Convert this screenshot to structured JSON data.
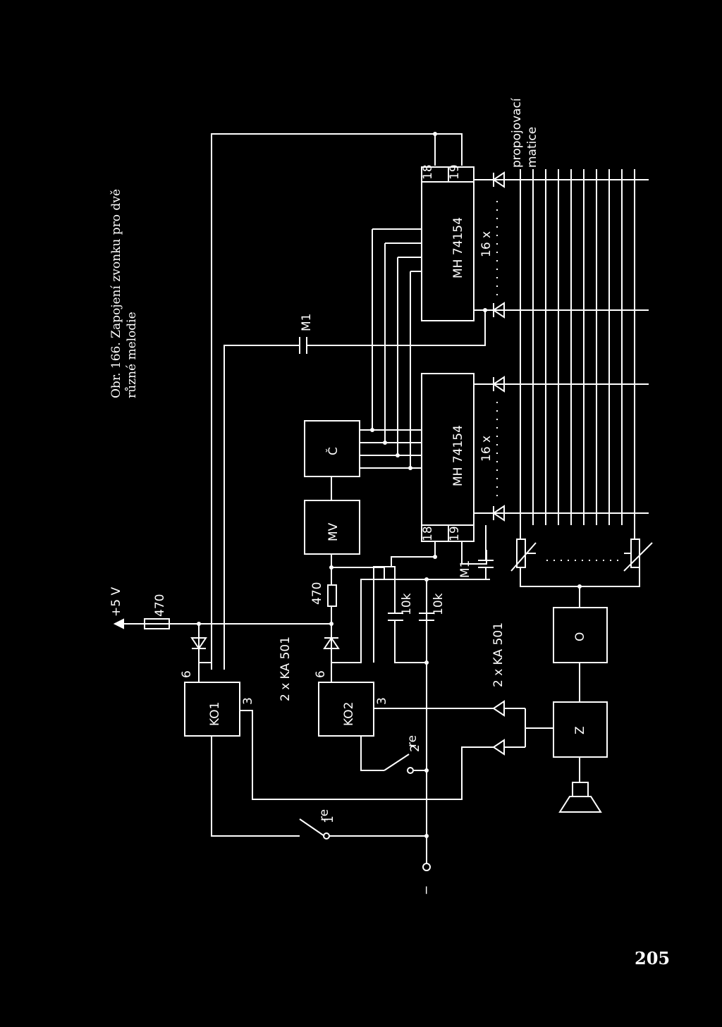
{
  "caption": {
    "line1": "Obr. 166. Zapojení zvonku pro dvě",
    "line2": "různé melodie"
  },
  "page_number": "205",
  "labels": {
    "supply": "+5 V",
    "r1": "470",
    "r2": "470",
    "ko1": "KO1",
    "ko2": "KO2",
    "pin6a": "6",
    "pin6b": "6",
    "pin3a": "3",
    "pin3b": "3",
    "diodes1": "2 x KA 501",
    "diodes2": "2 x KA 501",
    "re1": "re",
    "re1_sub": "1",
    "re2": "re",
    "re2_sub": "2",
    "ground": "−",
    "mv": "MV",
    "counter": "Č",
    "ic1": "MH 74154",
    "ic2": "MH 74154",
    "pin18a": "18",
    "pin19a": "19",
    "pin18b": "18",
    "pin19b": "19",
    "cap_m1_top": "M1",
    "cap_m1_bottom": "M1",
    "cap_10k_a": "10k",
    "cap_10k_b": "10k",
    "count16_a": "16 x",
    "count16_b": "16 x",
    "matrix1": "propojovací",
    "matrix2": "matice",
    "osc": "O",
    "amp": "Z"
  }
}
